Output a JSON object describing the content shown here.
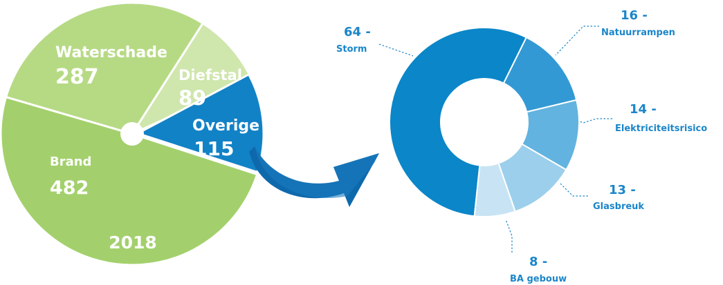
{
  "chart_data": [
    {
      "type": "pie",
      "title": "2018",
      "categories": [
        "Brand",
        "Waterschade",
        "Diefstal",
        "Overige"
      ],
      "values": [
        482,
        287,
        89,
        115
      ],
      "colors": [
        "#a3d06c",
        "#b6da84",
        "#cfe6ad",
        "#1282c6"
      ],
      "exploded": "Overige"
    },
    {
      "type": "pie",
      "variant": "donut",
      "parent_category": "Overige",
      "categories": [
        "Storm",
        "Natuurrampen",
        "Elektriciteitsrisico",
        "Glasbreuk",
        "BA gebouw"
      ],
      "values": [
        64,
        16,
        14,
        13,
        8
      ],
      "value_labels": [
        "64 -",
        "16 -",
        "14 -",
        "13 -",
        "8 -"
      ],
      "colors": [
        "#0b86c8",
        "#3399d4",
        "#62b3df",
        "#9bcfec",
        "#c8e4f4"
      ]
    }
  ]
}
